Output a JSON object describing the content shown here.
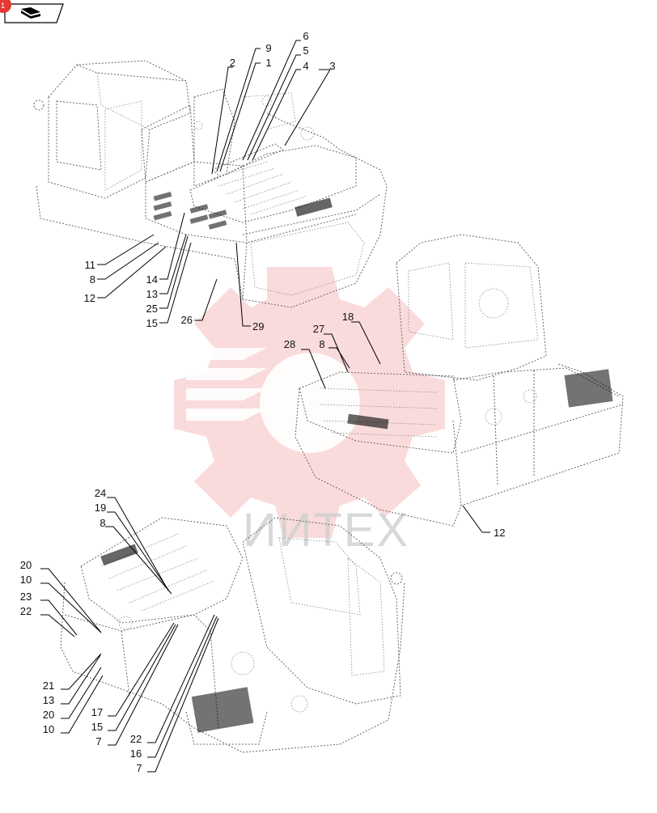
{
  "watermark": {
    "text": "ИИТЕХ",
    "color": "#e53935"
  },
  "header": {
    "badge_text": "1",
    "badge_color": "#e53935",
    "icon": "book-icon"
  },
  "callouts": {
    "top": [
      {
        "id": "t2",
        "label": "2"
      },
      {
        "id": "t9",
        "label": "9"
      },
      {
        "id": "t1",
        "label": "1"
      },
      {
        "id": "t6",
        "label": "6"
      },
      {
        "id": "t5",
        "label": "5"
      },
      {
        "id": "t4",
        "label": "4"
      },
      {
        "id": "t3",
        "label": "3"
      },
      {
        "id": "t11",
        "label": "11"
      },
      {
        "id": "t8",
        "label": "8"
      },
      {
        "id": "t12",
        "label": "12"
      },
      {
        "id": "t14",
        "label": "14"
      },
      {
        "id": "t13",
        "label": "13"
      },
      {
        "id": "t25",
        "label": "25"
      },
      {
        "id": "t15",
        "label": "15"
      },
      {
        "id": "t26",
        "label": "26"
      },
      {
        "id": "t29",
        "label": "29"
      }
    ],
    "middle": [
      {
        "id": "m18",
        "label": "18"
      },
      {
        "id": "m27",
        "label": "27"
      },
      {
        "id": "m28",
        "label": "28"
      },
      {
        "id": "m8",
        "label": "8"
      },
      {
        "id": "m12",
        "label": "12"
      }
    ],
    "bottom": [
      {
        "id": "b24",
        "label": "24"
      },
      {
        "id": "b19",
        "label": "19"
      },
      {
        "id": "b8",
        "label": "8"
      },
      {
        "id": "b20a",
        "label": "20"
      },
      {
        "id": "b10a",
        "label": "10"
      },
      {
        "id": "b23",
        "label": "23"
      },
      {
        "id": "b22a",
        "label": "22"
      },
      {
        "id": "b21",
        "label": "21"
      },
      {
        "id": "b13",
        "label": "13"
      },
      {
        "id": "b20b",
        "label": "20"
      },
      {
        "id": "b10b",
        "label": "10"
      },
      {
        "id": "b17",
        "label": "17"
      },
      {
        "id": "b15",
        "label": "15"
      },
      {
        "id": "b7a",
        "label": "7"
      },
      {
        "id": "b22b",
        "label": "22"
      },
      {
        "id": "b16",
        "label": "16"
      },
      {
        "id": "b7b",
        "label": "7"
      }
    ]
  }
}
